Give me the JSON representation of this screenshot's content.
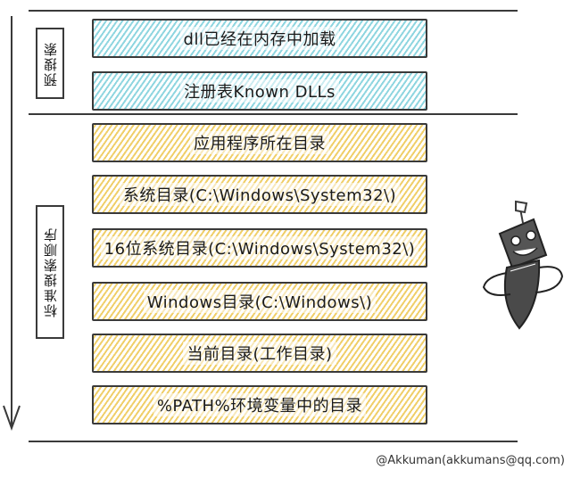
{
  "groups": {
    "pre_search": {
      "label": "预搜索",
      "color": "#8fd6e0",
      "items": [
        "dll已经在内存中加载",
        "注册表Known DLLs"
      ]
    },
    "standard_search": {
      "label": "标准搜索顺序",
      "color": "#f0cf6a",
      "items": [
        "应用程序所在目录",
        "系统目录(C:\\Windows\\System32\\)",
        "16位系统目录(C:\\Windows\\System32\\)",
        "Windows目录(C:\\Windows\\)",
        "当前目录(工作目录)",
        "%PATH%环境变量中的目录"
      ]
    }
  },
  "credit": "@Akkuman(akkumans@qq.com)"
}
